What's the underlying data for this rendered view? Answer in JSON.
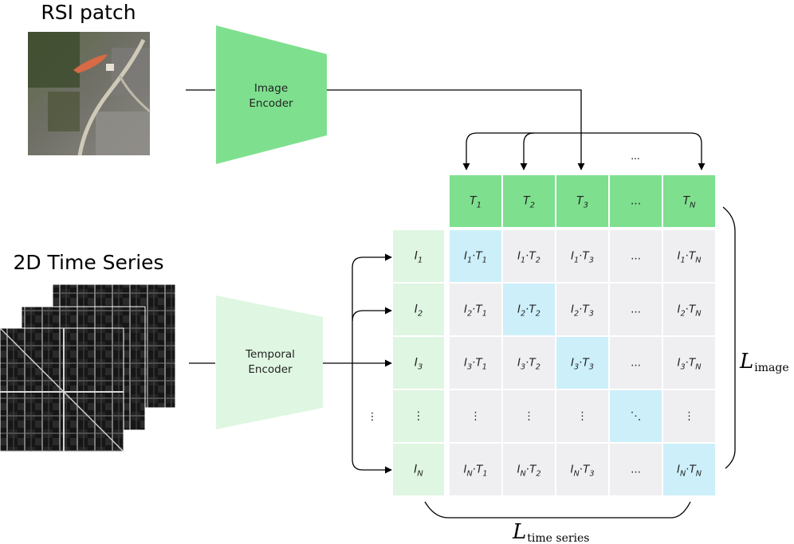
{
  "rsi_title": "RSI patch",
  "ts_title": "2D Time Series",
  "image_encoder": {
    "line1": "Image",
    "line2": "Encoder"
  },
  "temporal_encoder": {
    "line1": "Temporal",
    "line2": "Encoder"
  },
  "top_ellipsis": "...",
  "side_ellipsis": "⋮",
  "text_headers": [
    "T1",
    "T2",
    "T3",
    "...",
    "TN"
  ],
  "image_headers": [
    "I1",
    "I2",
    "I3",
    "⋮",
    "IN"
  ],
  "cells": [
    [
      "I1·T1",
      "I1·T2",
      "I1·T3",
      "...",
      "I1·TN"
    ],
    [
      "I2·T1",
      "I2·T2",
      "I2·T3",
      "...",
      "I2·TN"
    ],
    [
      "I3·T1",
      "I3·T2",
      "I3·T3",
      "...",
      "I3·TN"
    ],
    [
      "⋮",
      "⋮",
      "⋮",
      "⋱",
      "⋮"
    ],
    [
      "IN·T1",
      "IN·T2",
      "IN·T3",
      "...",
      "IN·TN"
    ]
  ],
  "diagonal_cells": [
    [
      0,
      0
    ],
    [
      1,
      1
    ],
    [
      2,
      2
    ],
    [
      3,
      3
    ],
    [
      4,
      4
    ]
  ],
  "loss_image": {
    "script": "L",
    "subscript": "image"
  },
  "loss_time_series": {
    "script": "L",
    "subscript": "time series"
  },
  "colors": {
    "image_green": "#7ee08e",
    "temporal_green": "#dff6e2",
    "cell_grey": "#efeff1",
    "diagonal_blue": "#cdeffa",
    "line": "#000000"
  }
}
